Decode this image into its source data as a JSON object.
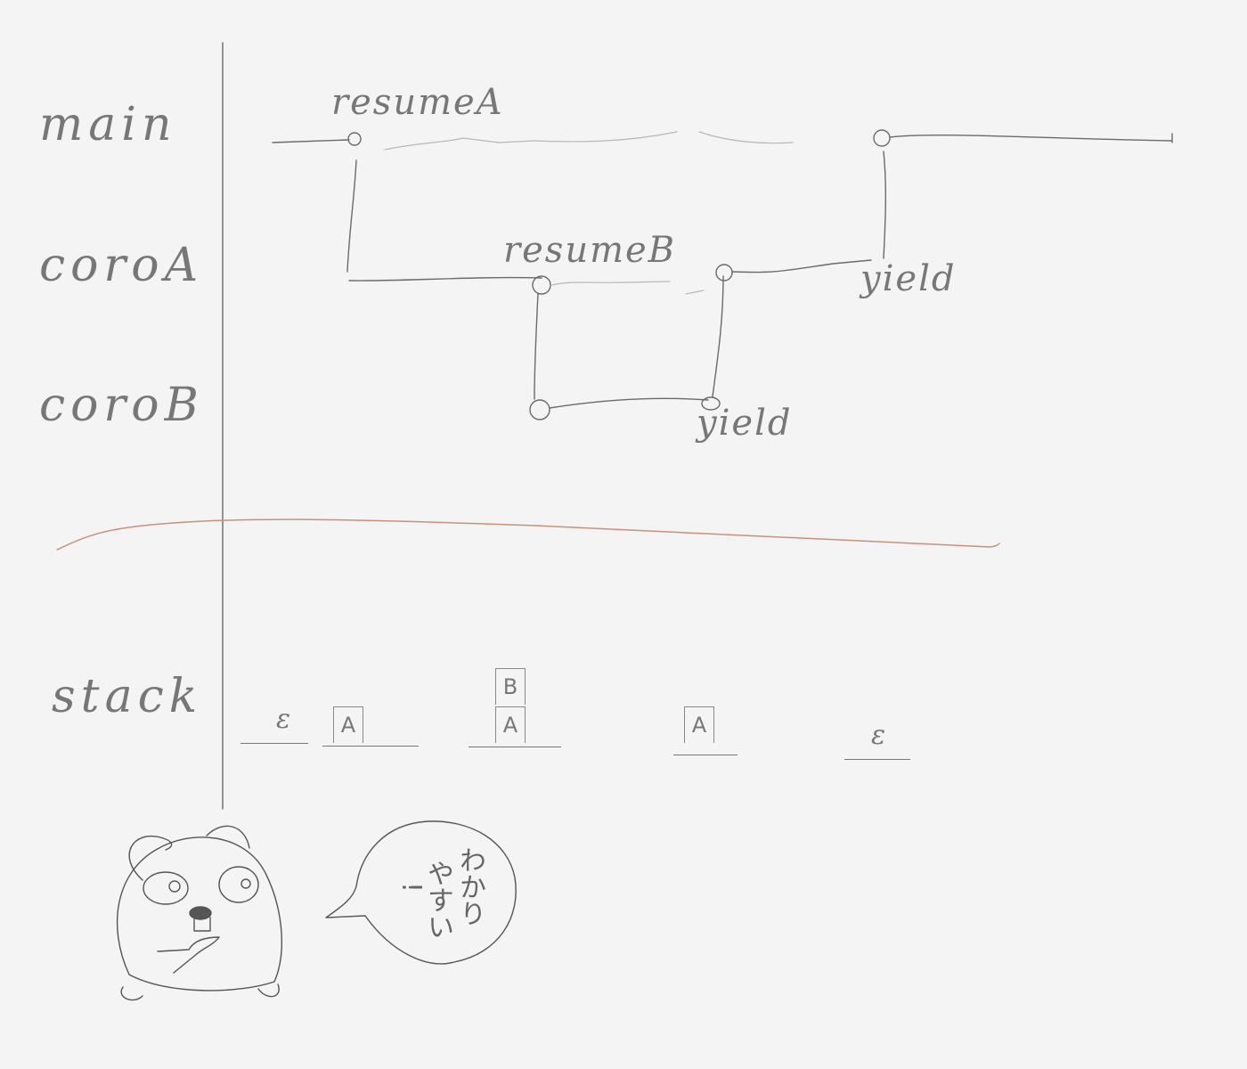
{
  "lanes": {
    "main": "main",
    "coroA": "coroA",
    "coroB": "coroB",
    "stack": "stack"
  },
  "annotations": {
    "resumeA": "resumeA",
    "resumeB": "resumeB",
    "yieldB": "yield",
    "yieldA": "yield"
  },
  "stack_states": [
    {
      "label": "ε",
      "frames": []
    },
    {
      "label": "",
      "frames": [
        "A"
      ]
    },
    {
      "label": "",
      "frames": [
        "A",
        "B"
      ]
    },
    {
      "label": "",
      "frames": [
        "A"
      ]
    },
    {
      "label": "ε",
      "frames": []
    }
  ],
  "speech_bubble": {
    "col1": "わかり",
    "col2": "やすい",
    "col3": "!"
  },
  "colors": {
    "background": "#f4f4f4",
    "ink": "#6a6a6a",
    "separator": "#c8927a"
  }
}
